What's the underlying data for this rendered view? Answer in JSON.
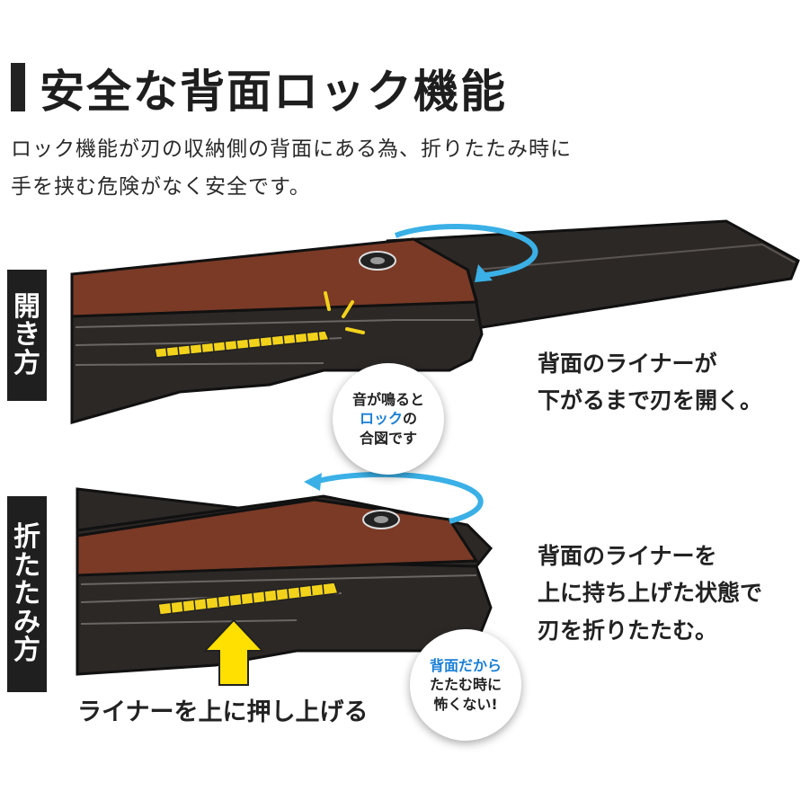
{
  "header": {
    "title": "安全な背面ロック機能",
    "desc_line1": "ロック機能が刃の収納側の背面にある為、折りたたみ時に",
    "desc_line2": "手を挟む危険がなく安全です。"
  },
  "open_section": {
    "tab_label": [
      "開",
      "き",
      "方"
    ],
    "bubble_line1": "音が鳴ると",
    "bubble_line2_highlight": "ロック",
    "bubble_line2_rest": "の",
    "bubble_line3": "合図です",
    "note_line1": "背面のライナーが",
    "note_line2": "下がるまで刃を開く。"
  },
  "fold_section": {
    "tab_label": [
      "折",
      "た",
      "た",
      "み",
      "方"
    ],
    "bubble_line1_highlight": "背面",
    "bubble_line1_rest": "だから",
    "bubble_line2": "たたむ時に",
    "bubble_line3": "怖くない!",
    "note_line1": "背面のライナーを",
    "note_line2": "上に持ち上げた状態で",
    "note_line3": "刃を折りたたむ。",
    "caption": "ライナーを上に押し上げる"
  },
  "colors": {
    "handle_wood": "#7a3a26",
    "blade_dark": "#2c2826",
    "liner_yellow": "#f2d21b",
    "arrow_blue": "#3ab0e6",
    "arrow_yellow": "#ffe000",
    "highlight_blue": "#1a7fd6"
  }
}
